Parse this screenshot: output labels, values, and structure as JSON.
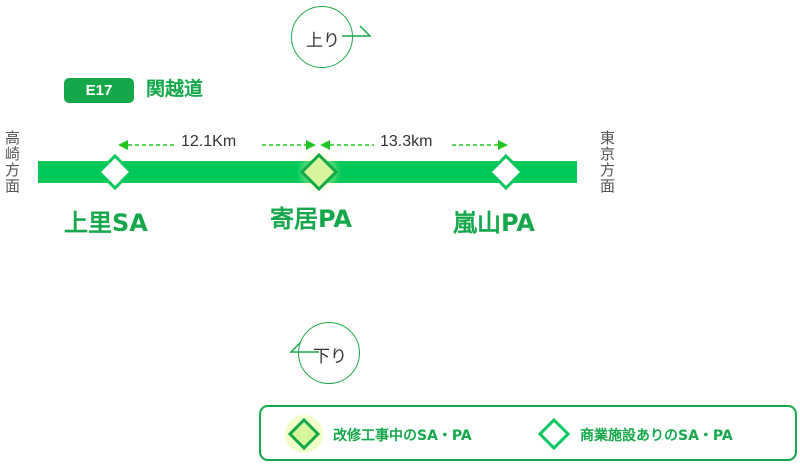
{
  "route": {
    "code": "E17",
    "name": "関越道"
  },
  "directions": {
    "up": "上り",
    "down": "下り",
    "left": "高崎方面",
    "right": "東京方面"
  },
  "stations": [
    {
      "name": "上里SA",
      "type": "commercial"
    },
    {
      "name": "寄居PA",
      "type": "renovation"
    },
    {
      "name": "嵐山PA",
      "type": "commercial"
    }
  ],
  "distances": [
    {
      "label": "12.1Km"
    },
    {
      "label": "13.3km"
    }
  ],
  "legend": {
    "renovation": "改修工事中のSA・PA",
    "commercial": "商業施設ありのSA・PA"
  },
  "colors": {
    "highway": "#00c85a",
    "brand_green": "#15a84b",
    "arrow_green": "#22c422",
    "renovation_fill": "#d7f59a"
  }
}
